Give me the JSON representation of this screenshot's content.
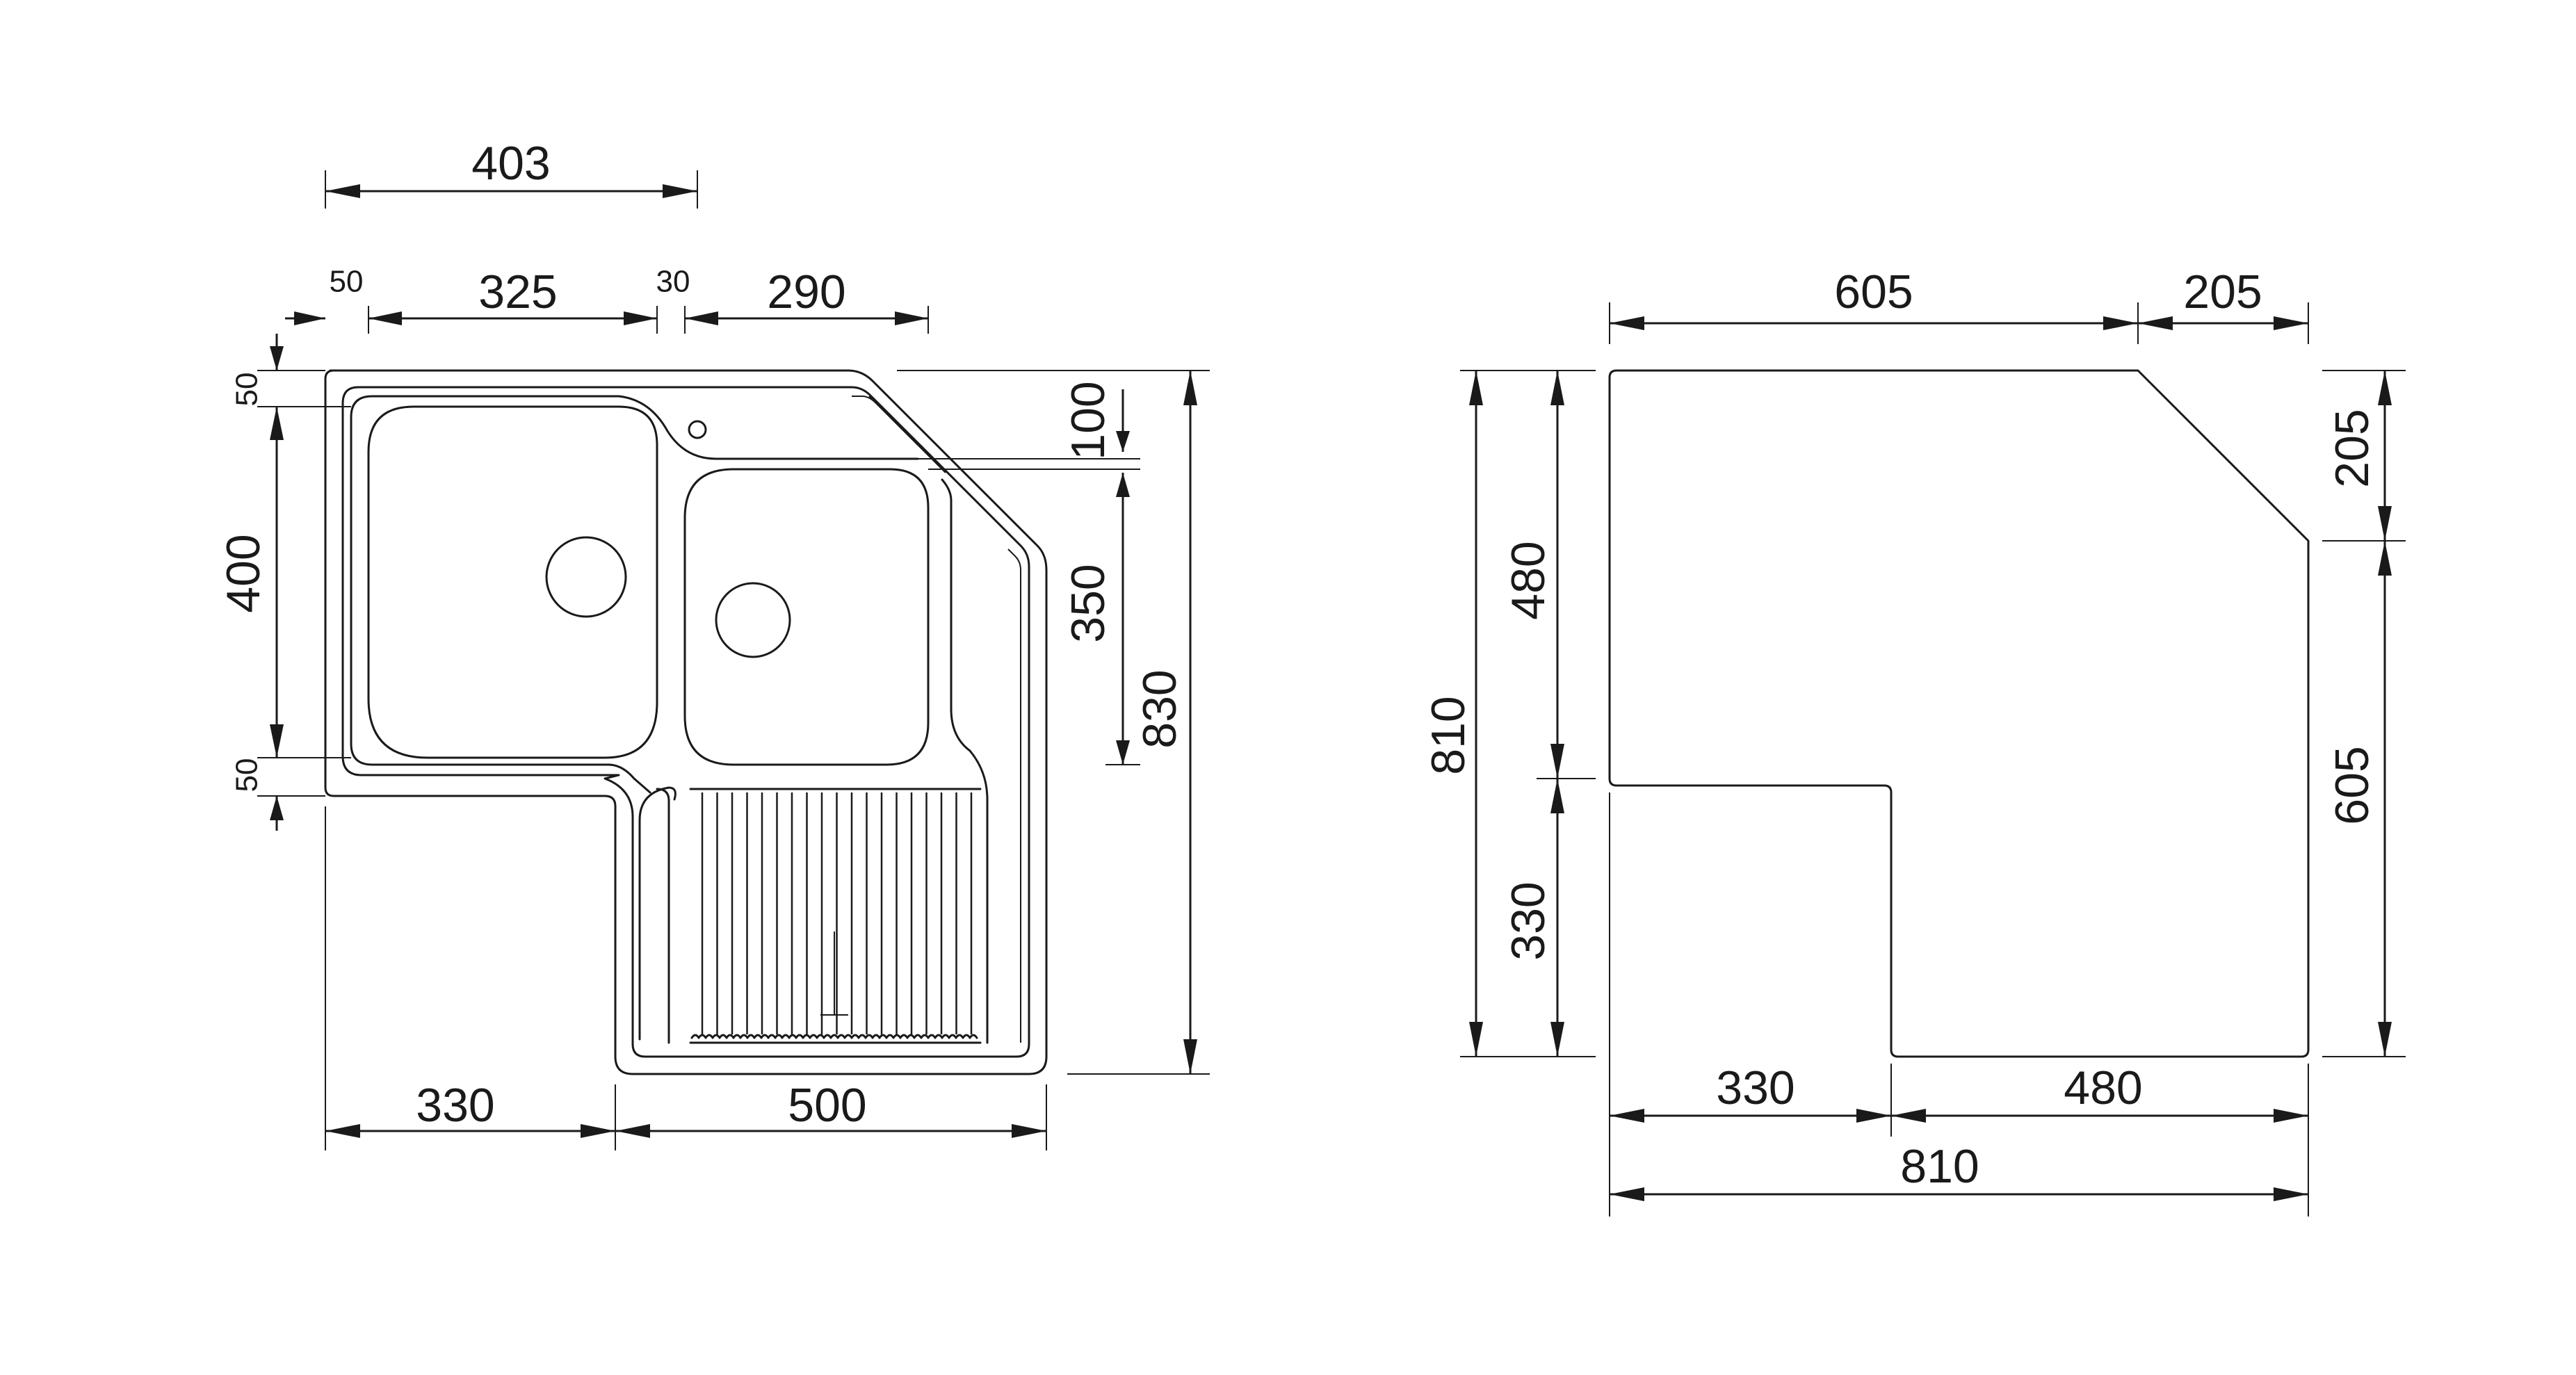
{
  "sink_view": {
    "dimensions": {
      "overall_width_top": "403",
      "left_margin": "50",
      "large_bowl_width": "325",
      "divider_gap": "30",
      "small_bowl_width": "290",
      "top_margin": "50",
      "large_bowl_height": "400",
      "bottom_margin": "50",
      "tap_area_height": "100",
      "small_bowl_height": "350",
      "overall_height": "830",
      "lower_left_width": "330",
      "drainer_width": "500"
    }
  },
  "cutout_view": {
    "dimensions": {
      "top_width": "605",
      "chamfer_width": "205",
      "chamfer_height": "205",
      "right_height": "605",
      "left_total_height": "810",
      "left_upper_height": "480",
      "left_lower_height": "330",
      "bottom_left_width": "330",
      "bottom_right_width": "480",
      "overall_width": "810"
    }
  }
}
